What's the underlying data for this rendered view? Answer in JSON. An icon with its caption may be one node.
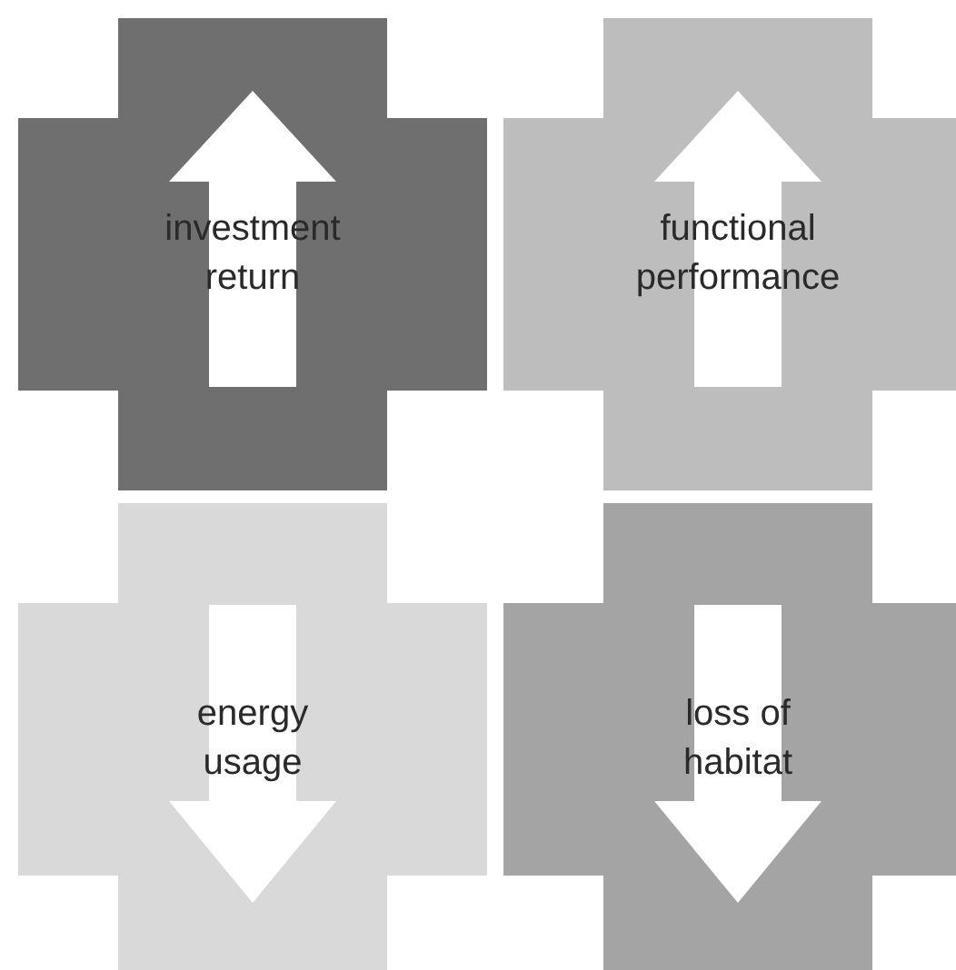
{
  "diagram": {
    "nodes": [
      {
        "text": [
          "investment return"
        ]
      },
      {
        "text": [
          "functional performance"
        ]
      },
      {
        "text": [
          "energy usage"
        ]
      },
      {
        "text": [
          "loss of habitat"
        ]
      }
    ]
  }
}
